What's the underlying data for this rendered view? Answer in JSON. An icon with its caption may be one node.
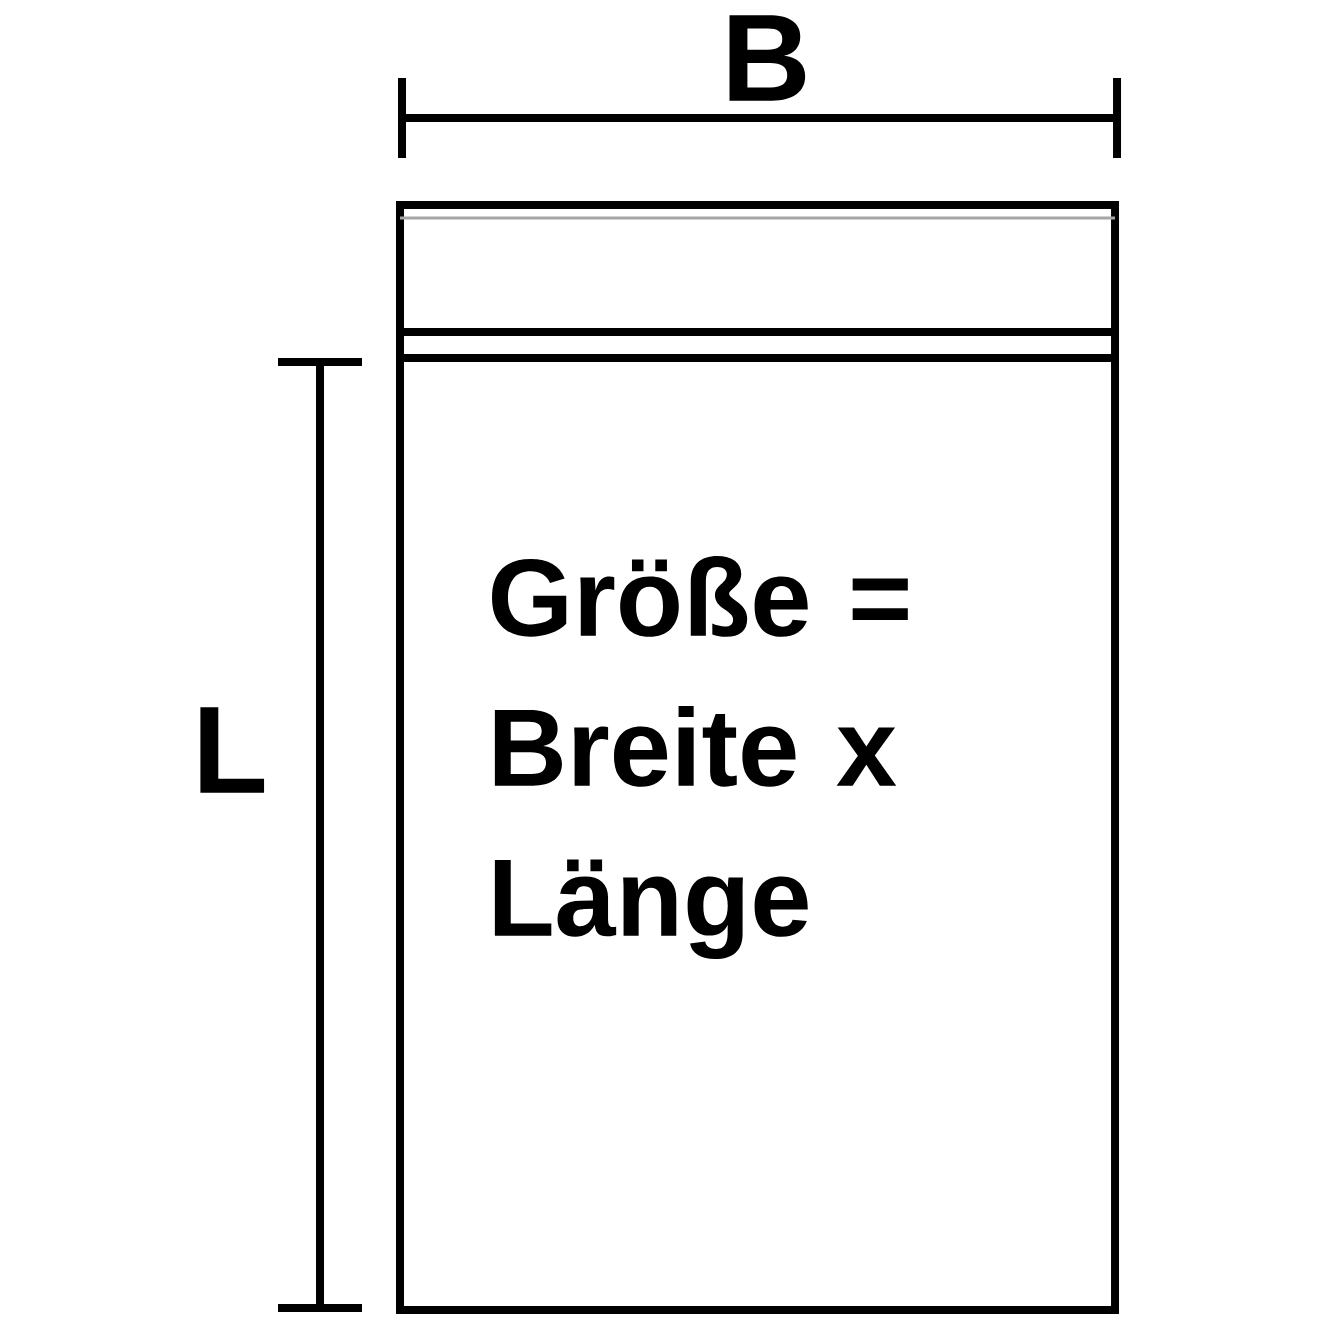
{
  "diagram": {
    "nodes": [
      {
        "text": [
          "Größe = Breite x Länge"
        ]
      }
    ],
    "labels": [
      "B",
      "L"
    ]
  }
}
